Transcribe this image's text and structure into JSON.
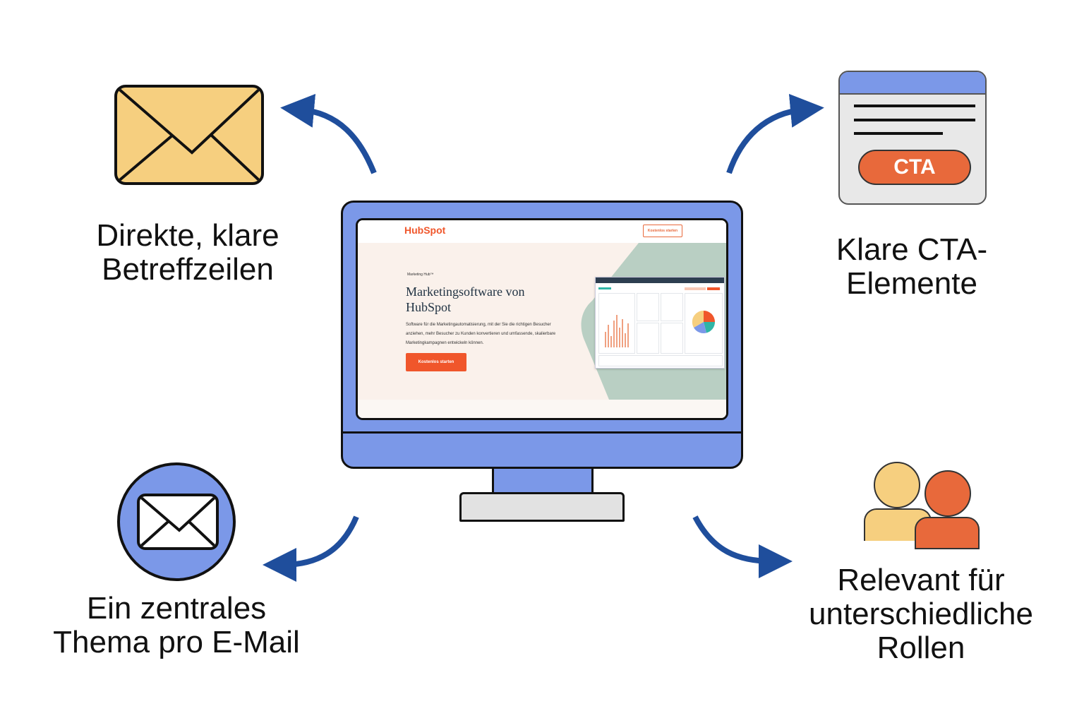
{
  "captions": {
    "top_left": "Direkte, klare\nBetreffzeilen",
    "top_right": "Klare CTA-\nElemente",
    "bottom_left": "Ein zentrales\nThema pro E-Mail",
    "bottom_right": "Relevant für\nunterschiedliche\nRollen"
  },
  "cta_card": {
    "button_label": "CTA"
  },
  "screen": {
    "logo": "HubSpot",
    "header_button": "Kostenlos starten",
    "eyebrow": "Marketing Hub™",
    "title": "Marketingsoftware von HubSpot",
    "description": "Software für die Marketingautomatisierung, mit der Sie die richtigen Besucher anziehen, mehr Besucher zu Kunden konvertieren und umfassende, skalierbare Marketingkampagnen entwickeln können.",
    "cta": "Kostenlos starten"
  },
  "icons": [
    "envelope-icon",
    "envelope-circle-icon",
    "cta-card-icon",
    "people-icon",
    "monitor-icon",
    "arrow-icon"
  ],
  "colors": {
    "arrow": "#1f4e9c",
    "monitor": "#7b98e8",
    "envelope": "#f6cf7f",
    "accent_orange": "#e8693b",
    "hubspot_orange": "#f0562b"
  }
}
